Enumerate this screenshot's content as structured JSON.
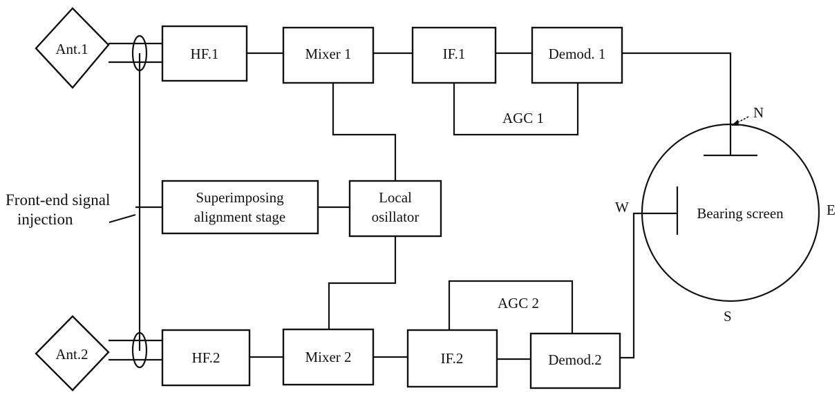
{
  "antennas": {
    "ant1": "Ant.1",
    "ant2": "Ant.2"
  },
  "blocks": {
    "hf1": "HF.1",
    "mixer1": "Mixer 1",
    "if1": "IF.1",
    "demod1": "Demod. 1",
    "hf2": "HF.2",
    "mixer2": "Mixer 2",
    "if2": "IF.2",
    "demod2": "Demod.2",
    "superimposing": [
      "Superimposing",
      "alignment stage"
    ],
    "local_oscillator": [
      "Local",
      "osillator"
    ]
  },
  "loops": {
    "agc1": "AGC 1",
    "agc2": "AGC 2"
  },
  "annotations": {
    "front_end": [
      "Front-end signal",
      "injection"
    ]
  },
  "bearing_screen": {
    "label": "Bearing screen",
    "north": "N",
    "south": "S",
    "east": "E",
    "west": "W"
  }
}
